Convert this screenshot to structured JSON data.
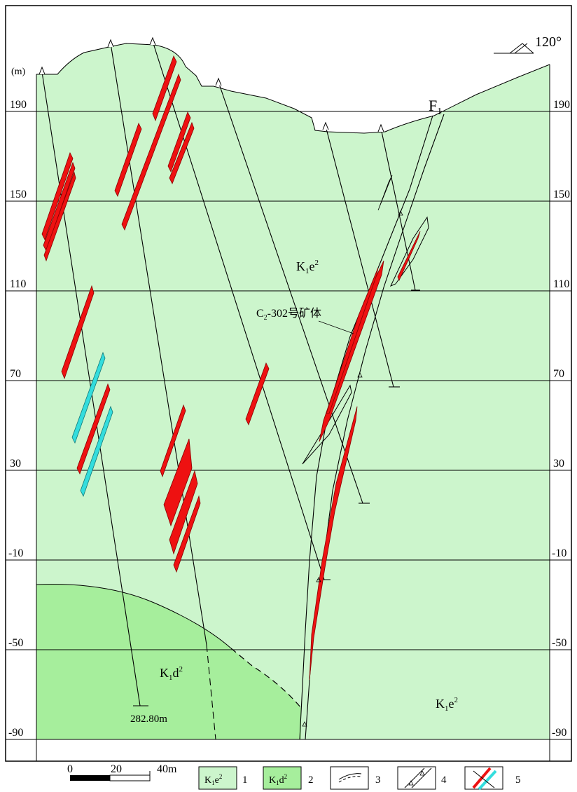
{
  "section": {
    "elevation_unit": "(m)",
    "elevation_ticks": [
      "190",
      "150",
      "110",
      "70",
      "30",
      "-10",
      "-50",
      "-90"
    ],
    "orientation": "120°",
    "fault_label": "F",
    "fault_sub": "1",
    "ore_body_label": "C",
    "ore_body_sub": "2",
    "ore_body_rest": "-302号矿体",
    "depth_label": "282.80m"
  },
  "units": [
    {
      "id": "K1e2",
      "main": "K",
      "sub": "1",
      "letter": "e",
      "sup": "2",
      "color": "#ccf5cc"
    },
    {
      "id": "K1d2",
      "main": "K",
      "sub": "1",
      "letter": "d",
      "sup": "2",
      "color": "#a6ee9c"
    }
  ],
  "colors": {
    "ore_red": "#ee1111",
    "ore_cyan": "#33dddd",
    "frame": "#000000"
  },
  "legend": {
    "scale_ticks": [
      "0",
      "20",
      "40m"
    ],
    "item1_number": "1",
    "item2_number": "2",
    "item3_number": "3",
    "item4_number": "4",
    "item5_number": "5"
  }
}
